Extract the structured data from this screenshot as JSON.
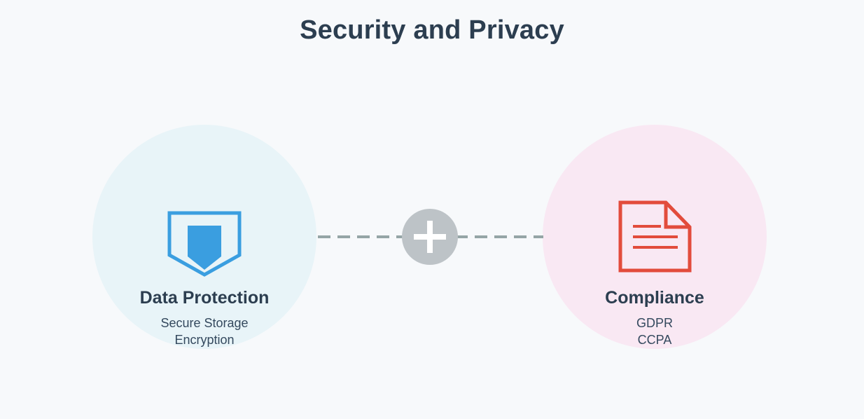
{
  "title": "Security and Privacy",
  "nodes": [
    {
      "title": "Data Protection",
      "items": [
        "Secure Storage",
        "Encryption"
      ],
      "icon": "shield-icon",
      "circle_color": "#e8f4f8",
      "icon_color": "#3a9ee0"
    },
    {
      "title": "Compliance",
      "items": [
        "GDPR",
        "CCPA"
      ],
      "icon": "document-icon",
      "circle_color": "#f9e8f3",
      "icon_color": "#e24c3c"
    }
  ],
  "connector": {
    "icon": "plus-icon",
    "line_color": "#95a5a6",
    "badge_color": "#bdc3c7"
  }
}
